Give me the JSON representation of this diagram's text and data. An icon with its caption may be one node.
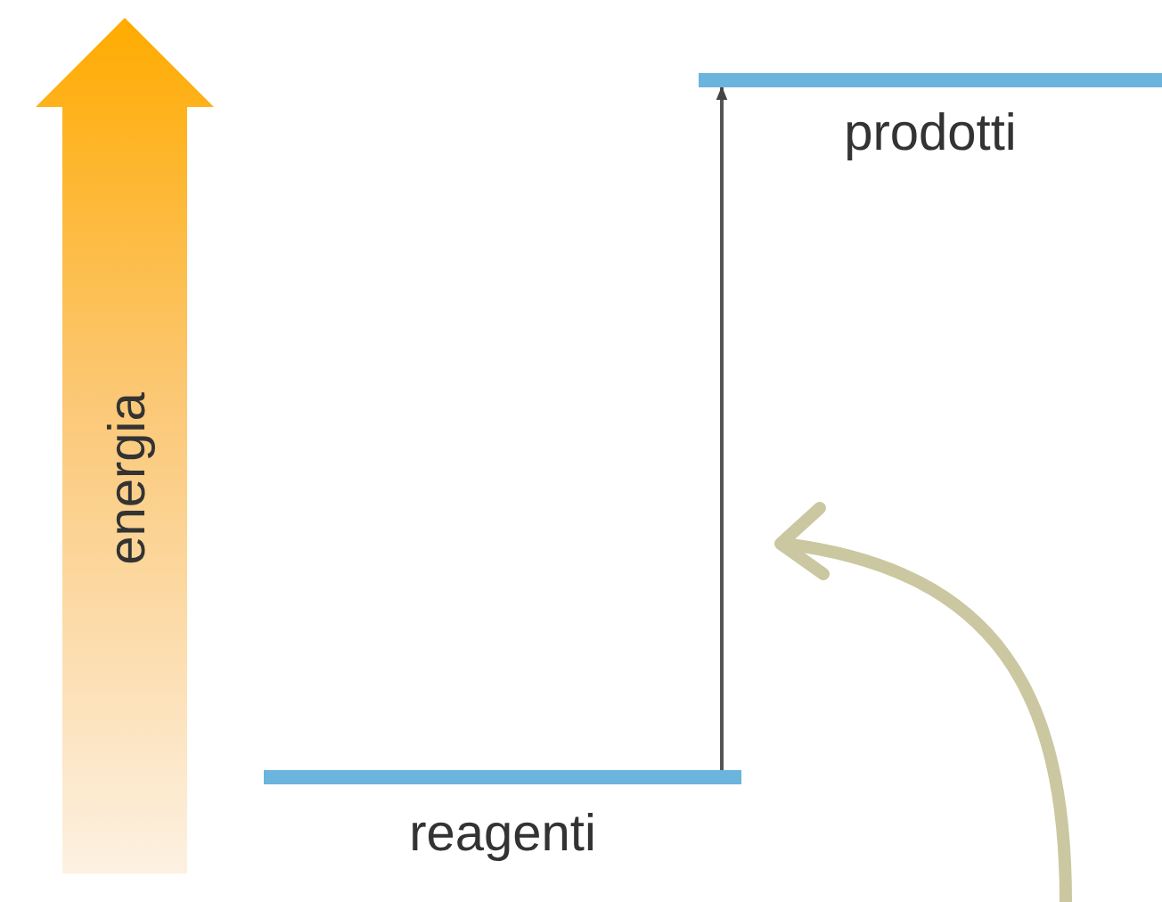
{
  "diagram": {
    "nodes": [
      {
        "text": [
          "reagenti"
        ]
      },
      {
        "text": [
          "prodotti"
        ]
      }
    ],
    "edges": [
      {
        "from": 0,
        "to": 1,
        "arrow": "to"
      }
    ],
    "labels": [
      "energia"
    ]
  }
}
